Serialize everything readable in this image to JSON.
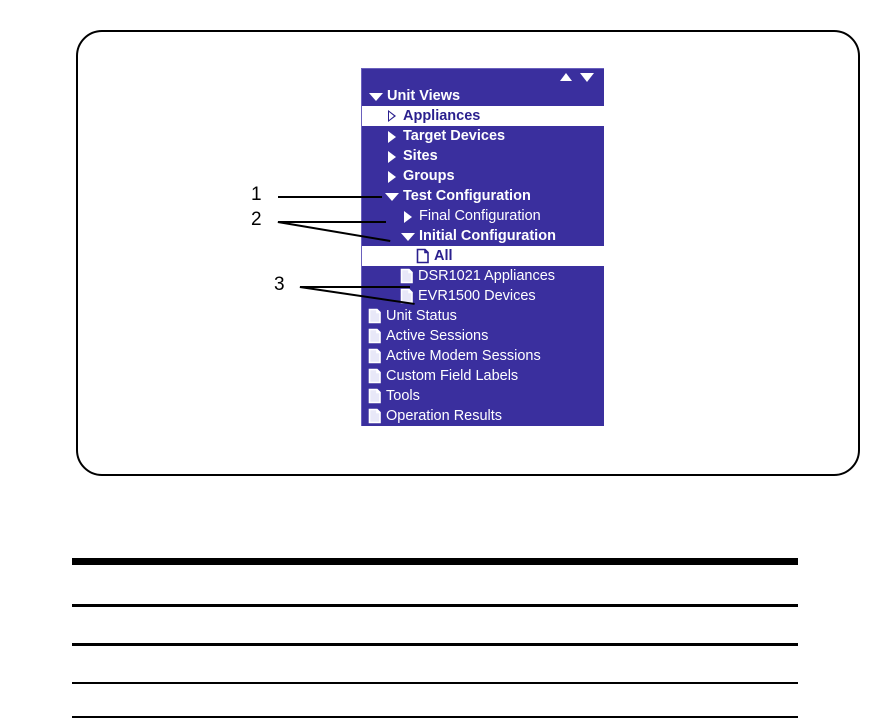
{
  "figure": {
    "panel_background_color": "#3a2f9e",
    "selected_row_background_color": "#ffffff",
    "selected_row_text_color": "#2a1f8e",
    "text_color": "#ffffff"
  },
  "scrollbar": {
    "up_arrow": "scroll-up-arrow",
    "down_arrow": "scroll-down-arrow"
  },
  "tree": {
    "items": [
      {
        "label": "Unit Views",
        "icon": "triangle-down",
        "indent": 0,
        "bold": true,
        "selected": false
      },
      {
        "label": "Appliances",
        "icon": "triangle-right-hollow",
        "indent": 1,
        "bold": true,
        "selected": true
      },
      {
        "label": "Target Devices",
        "icon": "triangle-right",
        "indent": 1,
        "bold": true,
        "selected": false
      },
      {
        "label": "Sites",
        "icon": "triangle-right",
        "indent": 1,
        "bold": true,
        "selected": false
      },
      {
        "label": "Groups",
        "icon": "triangle-right",
        "indent": 1,
        "bold": true,
        "selected": false
      },
      {
        "label": "Test Configuration",
        "icon": "triangle-down",
        "indent": 1,
        "bold": true,
        "selected": false
      },
      {
        "label": "Final Configuration",
        "icon": "triangle-right",
        "indent": 2,
        "bold": false,
        "selected": false
      },
      {
        "label": "Initial Configuration",
        "icon": "triangle-down",
        "indent": 2,
        "bold": true,
        "selected": false
      },
      {
        "label": "All",
        "icon": "document",
        "indent": 3,
        "bold": true,
        "selected": true
      },
      {
        "label": "DSR1021 Appliances",
        "icon": "document",
        "indent": 2,
        "bold": false,
        "selected": false
      },
      {
        "label": "EVR1500 Devices",
        "icon": "document",
        "indent": 2,
        "bold": false,
        "selected": false
      },
      {
        "label": "Unit Status",
        "icon": "document",
        "indent": 0,
        "bold": false,
        "selected": false
      },
      {
        "label": "Active Sessions",
        "icon": "document",
        "indent": 0,
        "bold": false,
        "selected": false
      },
      {
        "label": "Active Modem Sessions",
        "icon": "document",
        "indent": 0,
        "bold": false,
        "selected": false
      },
      {
        "label": "Custom Field Labels",
        "icon": "document",
        "indent": 0,
        "bold": false,
        "selected": false
      },
      {
        "label": "Tools",
        "icon": "document",
        "indent": 0,
        "bold": false,
        "selected": false
      },
      {
        "label": "Operation Results",
        "icon": "document",
        "indent": 0,
        "bold": false,
        "selected": false
      }
    ]
  },
  "callouts": [
    {
      "number": "1"
    },
    {
      "number": "2"
    },
    {
      "number": "3"
    }
  ]
}
